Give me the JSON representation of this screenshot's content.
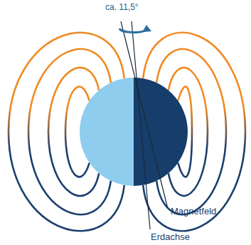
{
  "diagram": {
    "labels": [
      "ca. 11,5°",
      "Magnetfeld",
      "Erdachse"
    ]
  }
}
